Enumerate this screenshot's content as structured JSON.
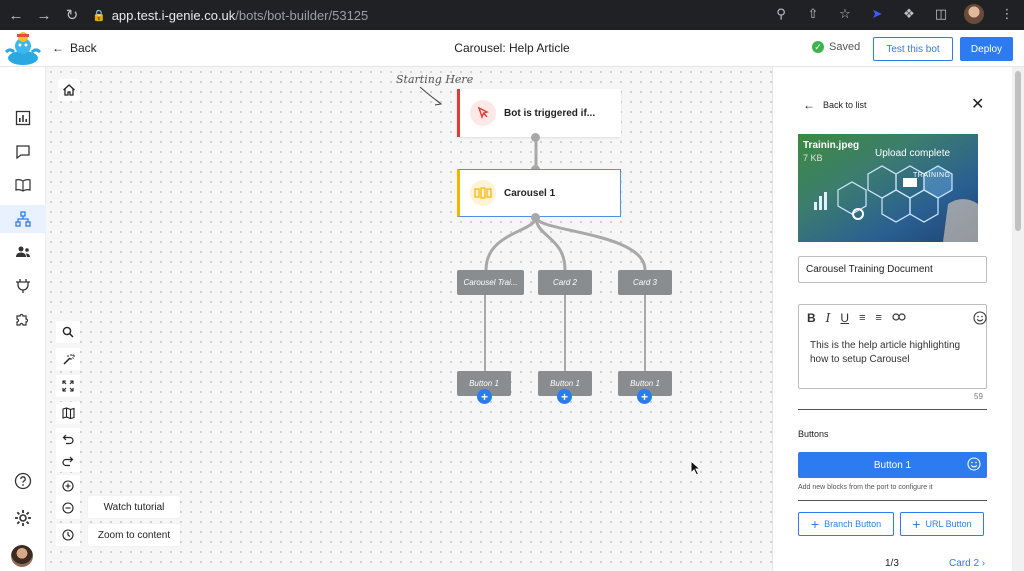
{
  "browser": {
    "url_host": "app.test.i-genie.co.uk",
    "url_path": "/bots/bot-builder/53125"
  },
  "header": {
    "back_label": "Back",
    "title": "Carousel: Help Article",
    "saved_label": "Saved",
    "test_label": "Test this bot",
    "deploy_label": "Deploy"
  },
  "canvas": {
    "starting_label": "Starting Here",
    "trigger_label": "Bot is triggered if...",
    "carousel_label": "Carousel 1",
    "cards": [
      "Carousel Trai...",
      "Card 2",
      "Card 3"
    ],
    "buttons": [
      "Button 1",
      "Button 1",
      "Button 1"
    ],
    "watch_tutorial": "Watch tutorial",
    "zoom_to_content": "Zoom to content"
  },
  "panel": {
    "back_to_list": "Back to list",
    "image_name": "Trainin.jpeg",
    "image_size": "7 KB",
    "image_status": "Upload complete",
    "image_text": "TRAINING",
    "card_title": "Carousel Training Document",
    "body_text": "This is the help article highlighting how to setup Carousel",
    "char_count": "59",
    "buttons_label": "Buttons",
    "button1_label": "Button 1",
    "hint": "Add new blocks from the port to configure it",
    "branch_button": "Branch Button",
    "url_button": "URL Button",
    "pager": "1/3",
    "next_card": "Card 2"
  },
  "colors": {
    "accent": "#2d7bf0",
    "trigger": "#e53935",
    "carousel": "#f4b400",
    "node_grey": "#8a8d90"
  }
}
